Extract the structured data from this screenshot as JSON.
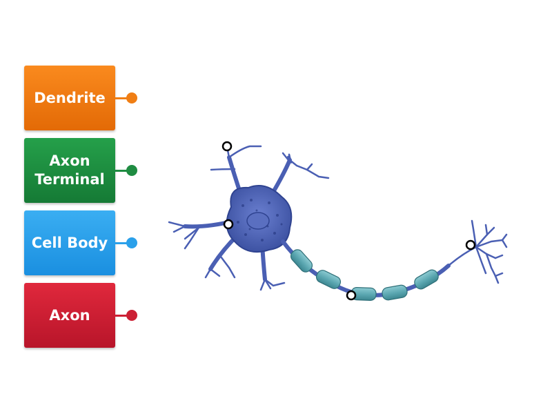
{
  "labels": [
    {
      "text": "Dendrite",
      "color": "#f07e14"
    },
    {
      "text": "Axon\nTerminal",
      "color": "#1f8c42"
    },
    {
      "text": "Cell Body",
      "color": "#2aa0ea"
    },
    {
      "text": "Axon",
      "color": "#cc2034"
    }
  ],
  "diagram": {
    "subject": "neuron",
    "target_count": 4
  },
  "colors": {
    "neuron_body": "#3f55a8",
    "myelin_sheath": "#5aa6b0",
    "target_ring": "#000000"
  }
}
